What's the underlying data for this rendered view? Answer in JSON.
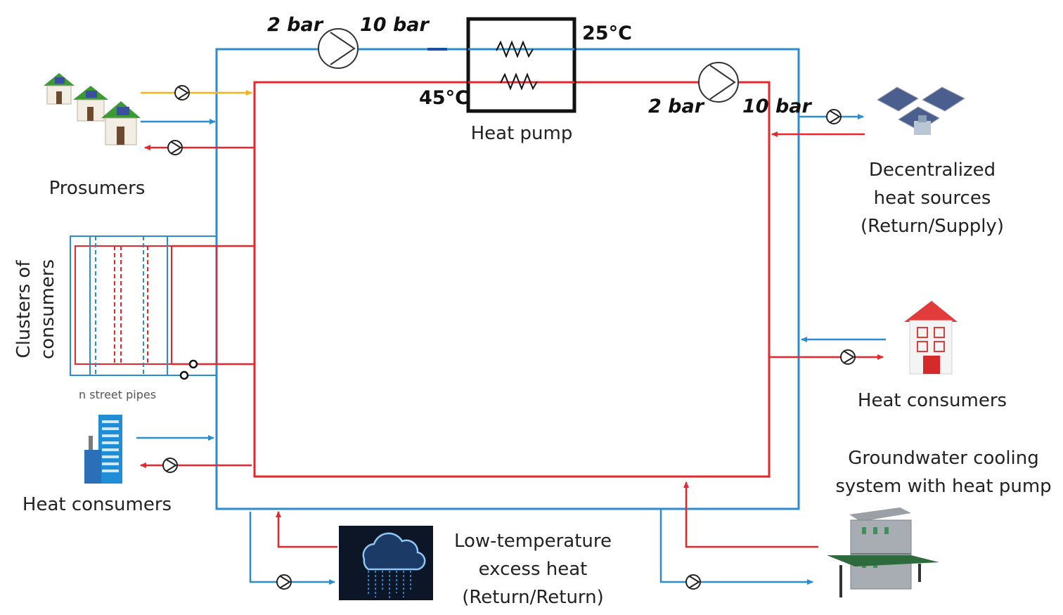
{
  "labels": {
    "heat_pump": "Heat pump",
    "prosumers": "Prosumers",
    "decentralized_line1": "Decentralized",
    "decentralized_line2": "heat sources",
    "decentralized_line3": "(Return/Supply)",
    "heat_consumers_right": "Heat consumers",
    "groundwater_line1": "Groundwater cooling",
    "groundwater_line2": "system with heat pump",
    "excess_line1": "Low-temperature",
    "excess_line2": "excess heat",
    "excess_line3": "(Return/Return)",
    "heat_consumers_left": "Heat consumers",
    "clusters_line1": "Clusters of",
    "clusters_line2": "consumers",
    "street_pipes": "n street pipes"
  },
  "pressures": {
    "top_in": "2 bar",
    "top_out": "10 bar",
    "right_in": "2 bar",
    "right_out": "10 bar"
  },
  "temperatures": {
    "cold": "25°C",
    "warm": "45°C"
  },
  "colors": {
    "cold_line": "#2b8ccf",
    "warm_line": "#e8262c",
    "prosumer_feed": "#f2b521"
  }
}
